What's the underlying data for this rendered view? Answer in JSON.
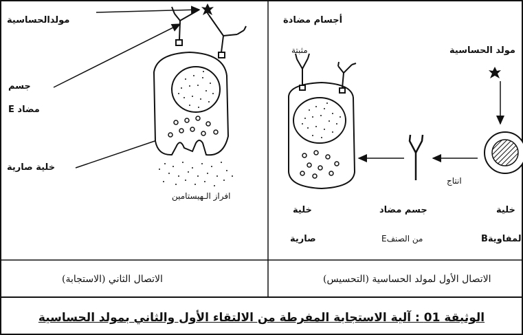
{
  "caption": "الوثيقة 01 : آلية الاستجابة المفرطة من الالتقاء الأول والثاني بمولد الحساسية",
  "right_panel": {
    "label_antigen": "مولد الحساسية",
    "label_antibodies": "أجسام مضادة",
    "label_fixed": "مثبتة",
    "label_production": "انتاج",
    "label_bcell_1": "خلية",
    "label_bcell_2": "لمفاويةB",
    "label_antibody_1": "جسم مضاد",
    "label_antibody_2": "من الصنفE",
    "label_mast_1": "خلية",
    "label_mast_2": "صارية",
    "footer": "الاتصال الأول لمولد الحساسية (التحسيس)"
  },
  "left_panel": {
    "label_antigen": "مولدالحساسية",
    "label_antibody_1": "جسم",
    "label_antibody_2": "مضاد E",
    "label_mast": "خلية صارية",
    "label_histamine": "افراز الـهيستامين",
    "footer": "الاتصال الثاني (الاستجابة)"
  }
}
